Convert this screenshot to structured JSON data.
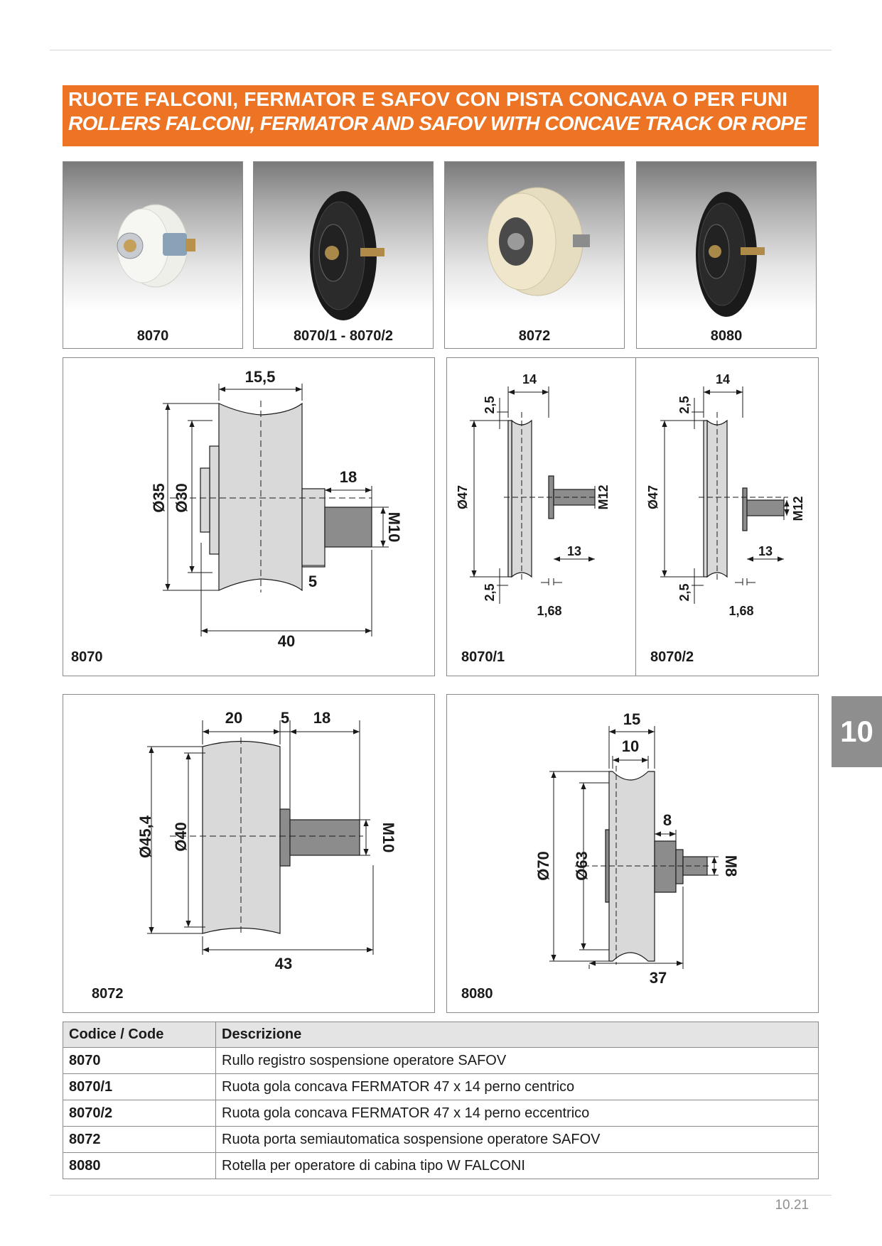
{
  "header": {
    "title_it": "RUOTE FALCONI, FERMATOR E SAFOV CON PISTA CONCAVA O PER FUNI",
    "title_en": "ROLLERS FALCONI, FERMATOR AND SAFOV WITH CONCAVE TRACK OR ROPE"
  },
  "photos": [
    {
      "caption": "8070"
    },
    {
      "caption": "8070/1 - 8070/2"
    },
    {
      "caption": "8072"
    },
    {
      "caption": "8080"
    }
  ],
  "drawings": {
    "d8070": {
      "label": "8070",
      "top_width": "15,5",
      "dia_outer": "Ø35",
      "dia_inner": "Ø30",
      "shaft_len": "18",
      "thread": "M10",
      "flange": "5",
      "total": "40"
    },
    "d8070_1": {
      "label": "8070/1",
      "width": "14",
      "lip_top": "2,5",
      "lip_bottom": "2,5",
      "dia": "Ø47",
      "thread": "M12",
      "shaft_len": "13",
      "offset": "1,68"
    },
    "d8070_2": {
      "label": "8070/2",
      "width": "14",
      "lip_top": "2,5",
      "lip_bottom": "2,5",
      "dia": "Ø47",
      "thread": "M12",
      "shaft_len": "13",
      "offset": "1,68"
    },
    "d8072": {
      "label": "8072",
      "width": "20",
      "flange": "5",
      "shaft_len": "18",
      "dia_outer": "Ø45,4",
      "dia_inner": "Ø40",
      "thread": "M10",
      "total": "43"
    },
    "d8080": {
      "label": "8080",
      "width_outer": "15",
      "width_inner": "10",
      "hub": "8",
      "dia_outer": "Ø70",
      "dia_inner": "Ø63",
      "thread": "M8",
      "total": "37"
    }
  },
  "section_tab": "10",
  "table": {
    "headers": {
      "code": "Codice / Code",
      "desc": "Descrizione"
    },
    "rows": [
      {
        "code": "8070",
        "desc": "Rullo registro sospensione operatore SAFOV"
      },
      {
        "code": "8070/1",
        "desc": "Ruota gola concava FERMATOR 47 x 14 perno centrico"
      },
      {
        "code": "8070/2",
        "desc": "Ruota gola concava FERMATOR 47 x 14 perno eccentrico"
      },
      {
        "code": "8072",
        "desc": "Ruota porta semiautomatica sospensione operatore SAFOV"
      },
      {
        "code": "8080",
        "desc": "Rotella per operatore di cabina tipo W FALCONI"
      }
    ]
  },
  "page_number": "10.21",
  "colors": {
    "accent": "#ec7424",
    "tab": "#8e8e8e",
    "part_fill": "#d9d9d9",
    "table_header": "#e4e4e4"
  }
}
